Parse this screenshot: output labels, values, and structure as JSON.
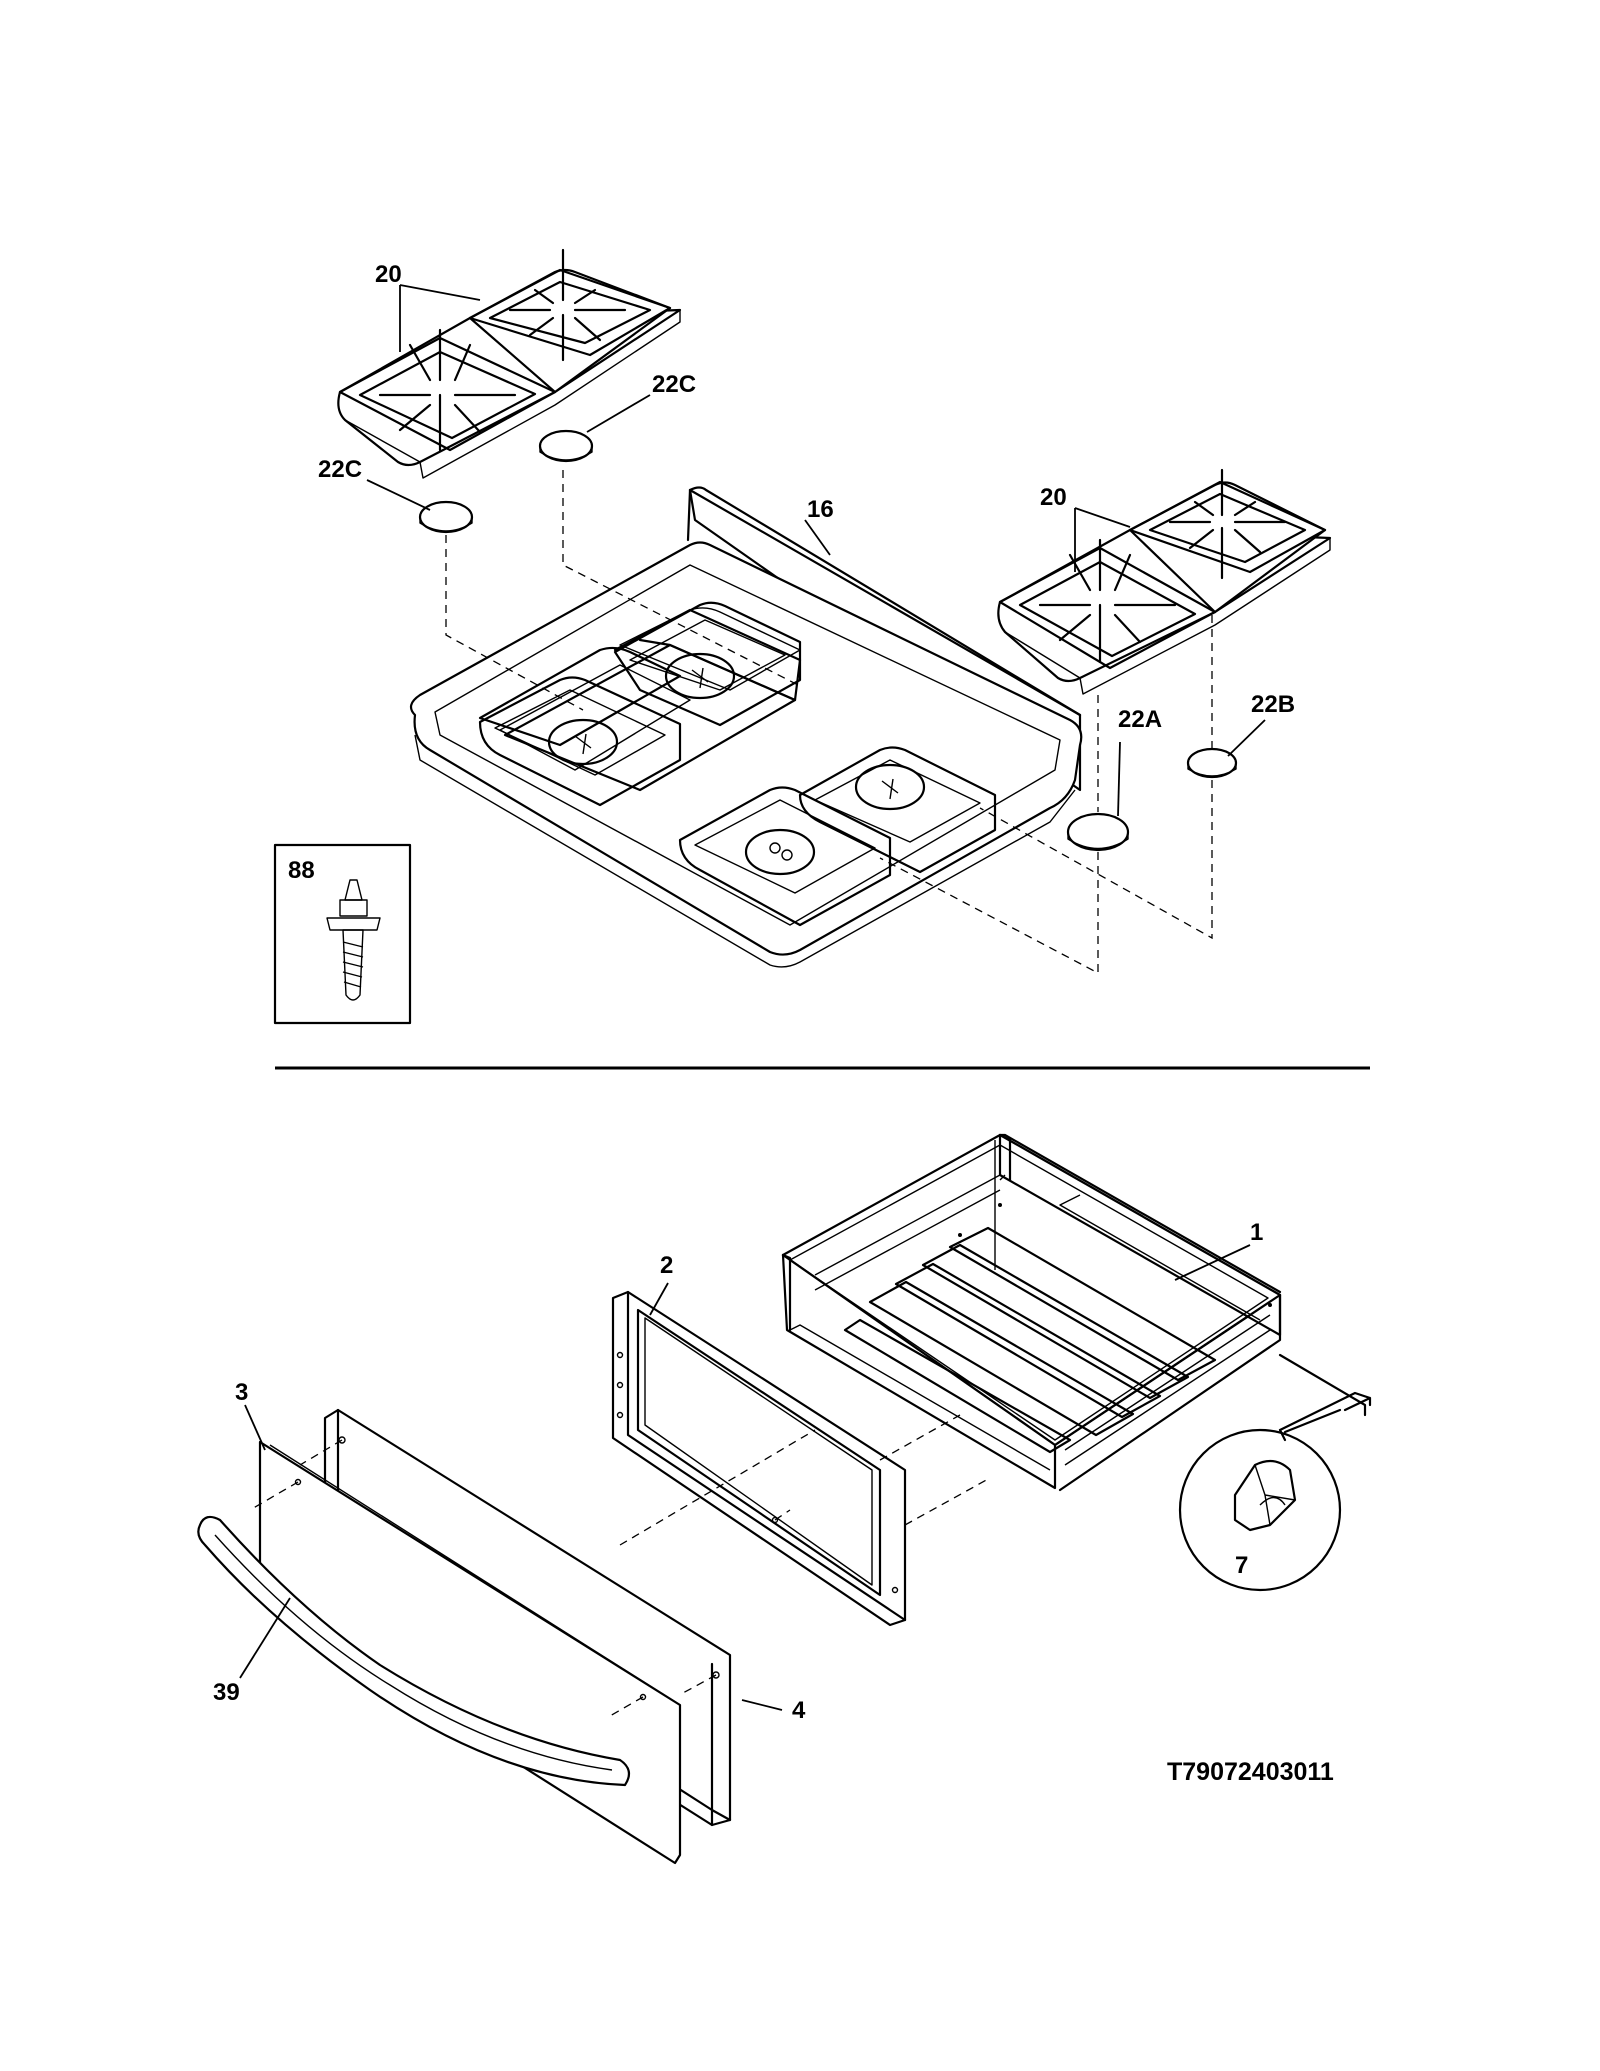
{
  "diagram_code": "T79072403011",
  "callouts": {
    "grate_top_left": "20",
    "cap_top_right": "22C",
    "cap_left": "22C",
    "cooktop": "16",
    "grate_right": "20",
    "cap_22a": "22A",
    "cap_22b": "22B",
    "screw_box": "88",
    "drawer_body": "1",
    "drawer_liner": "2",
    "drawer_panel": "3",
    "drawer_front": "4",
    "handle": "39",
    "clip": "7"
  }
}
